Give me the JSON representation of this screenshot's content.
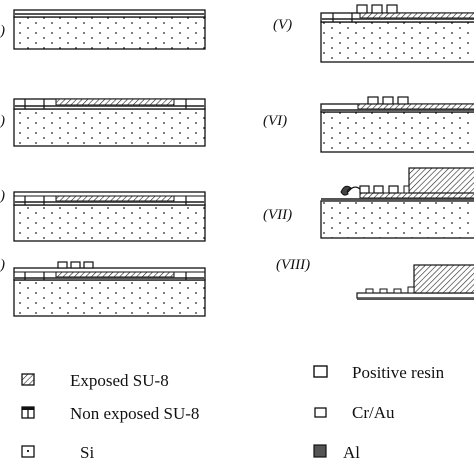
{
  "steps": [
    {
      "id": "I",
      "label": ")"
    },
    {
      "id": "II",
      "label": ")"
    },
    {
      "id": "III",
      "label": ")"
    },
    {
      "id": "IV",
      "label": ")"
    },
    {
      "id": "V",
      "label": "(V)"
    },
    {
      "id": "VI",
      "label": "(VI)"
    },
    {
      "id": "VII",
      "label": "(VII)"
    },
    {
      "id": "VIII",
      "label": "(VIII)"
    }
  ],
  "legend": [
    {
      "key": "exposed_su8",
      "label": "Exposed SU-8",
      "icon": "hatched-square-icon"
    },
    {
      "key": "non_exposed_su8",
      "label": "Non exposed SU-8",
      "icon": "split-square-icon"
    },
    {
      "key": "si",
      "label": "Si",
      "icon": "dotted-square-icon"
    },
    {
      "key": "positive_resin",
      "label": "Positive resin",
      "icon": "open-square-icon"
    },
    {
      "key": "cr_au",
      "label": "Cr/Au",
      "icon": "small-open-square-icon"
    },
    {
      "key": "al",
      "label": "Al",
      "icon": "filled-square-icon",
      "color": "#555555"
    }
  ],
  "colors": {
    "outline": "#111111",
    "al_fill": "#555555",
    "background": "#ffffff"
  }
}
